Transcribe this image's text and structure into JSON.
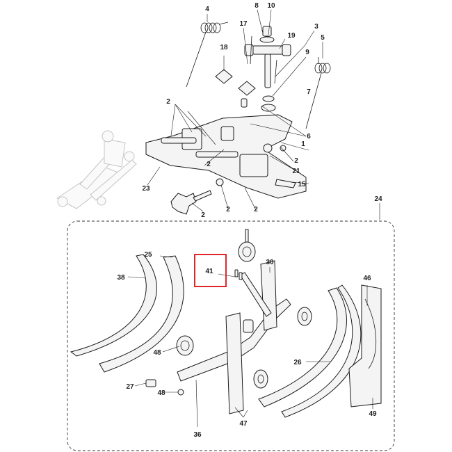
{
  "diagram": {
    "callouts": [
      {
        "id": "c4",
        "text": "4"
      },
      {
        "id": "c8",
        "text": "8"
      },
      {
        "id": "c10",
        "text": "10"
      },
      {
        "id": "c17",
        "text": "17"
      },
      {
        "id": "c19",
        "text": "19"
      },
      {
        "id": "c3",
        "text": "3"
      },
      {
        "id": "c5",
        "text": "5"
      },
      {
        "id": "c18",
        "text": "18"
      },
      {
        "id": "c9",
        "text": "9"
      },
      {
        "id": "c2a",
        "text": "2"
      },
      {
        "id": "c7",
        "text": "7"
      },
      {
        "id": "c6",
        "text": "6"
      },
      {
        "id": "c1",
        "text": "1"
      },
      {
        "id": "c2b",
        "text": "2"
      },
      {
        "id": "c21",
        "text": "21"
      },
      {
        "id": "c2c",
        "text": "2"
      },
      {
        "id": "c15",
        "text": "15"
      },
      {
        "id": "c23",
        "text": "23"
      },
      {
        "id": "c2d",
        "text": "2"
      },
      {
        "id": "c2e",
        "text": "2"
      },
      {
        "id": "c2f",
        "text": "2"
      },
      {
        "id": "c24",
        "text": "24"
      },
      {
        "id": "c25",
        "text": "25"
      },
      {
        "id": "c38",
        "text": "38"
      },
      {
        "id": "c41",
        "text": "41"
      },
      {
        "id": "c30",
        "text": "30"
      },
      {
        "id": "c46",
        "text": "46"
      },
      {
        "id": "c26",
        "text": "26"
      },
      {
        "id": "c48a",
        "text": "48"
      },
      {
        "id": "c27",
        "text": "27"
      },
      {
        "id": "c48b",
        "text": "48"
      },
      {
        "id": "c36",
        "text": "36"
      },
      {
        "id": "c47",
        "text": "47"
      },
      {
        "id": "c49",
        "text": "49"
      }
    ],
    "highlight": {
      "callout": "41",
      "color": "#e0262b"
    }
  }
}
